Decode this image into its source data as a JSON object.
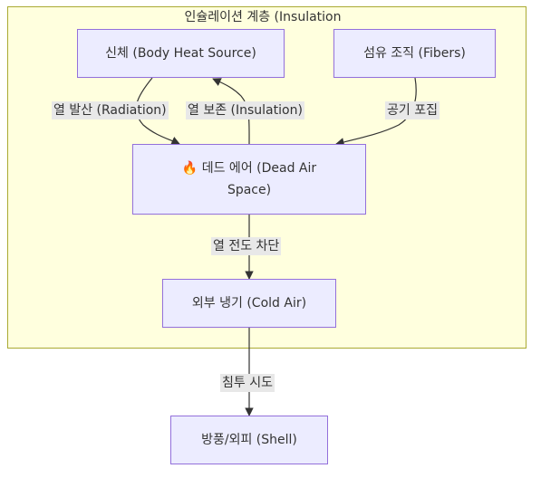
{
  "cluster": {
    "title": "인슐레이션 계층 (Insulation",
    "clip": ")"
  },
  "nodes": {
    "body": "신체 (Body Heat Source)",
    "fibers": "섬유 조직 (Fibers)",
    "deadair_line1": "🔥 데드 에어 (Dead Air",
    "deadair_line2": "Space)",
    "coldair": "외부 냉기 (Cold Air)",
    "shell": "방풍/외피 (Shell)"
  },
  "edges": {
    "radiation": "열 발산 (Radiation)",
    "insulation": "열 보존 (Insulation)",
    "trap": "공기 포집",
    "block": "열 전도 차단",
    "penetration": "침투 시도"
  },
  "colors": {
    "cluster_fill": "#ffffde",
    "cluster_border": "#aaaa33",
    "node_fill": "#ececff",
    "node_border": "#9370db",
    "edge": "#333333",
    "label_bg": "#e8e8e8"
  }
}
